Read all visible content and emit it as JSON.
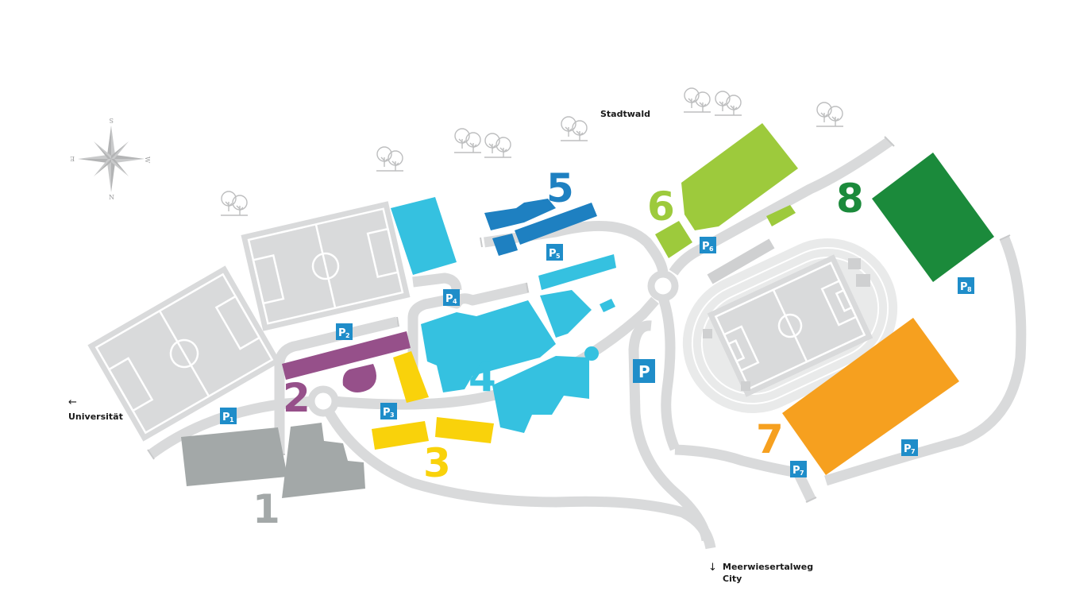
{
  "map": {
    "labels": {
      "forest": "Stadtwald",
      "west_exit": "Universität",
      "south_exit_line1": "Meerwiesertalweg",
      "south_exit_line2": "City"
    },
    "arrows": {
      "west": "←",
      "south": "↓"
    },
    "compass": {
      "north": "N",
      "south": "S",
      "east": "E",
      "west": "W"
    },
    "zones": [
      {
        "number": "1",
        "color": "#a3a8a8"
      },
      {
        "number": "2",
        "color": "#96508a"
      },
      {
        "number": "3",
        "color": "#f9d20b"
      },
      {
        "number": "4",
        "color": "#35c1e0"
      },
      {
        "number": "5",
        "color": "#1e80c1"
      },
      {
        "number": "6",
        "color": "#9dca3c"
      },
      {
        "number": "7",
        "color": "#f6a01f"
      },
      {
        "number": "8",
        "color": "#1b8a3b"
      }
    ],
    "parking": [
      {
        "letter": "P",
        "sub": "1"
      },
      {
        "letter": "P",
        "sub": "2"
      },
      {
        "letter": "P",
        "sub": "3"
      },
      {
        "letter": "P",
        "sub": "4"
      },
      {
        "letter": "P",
        "sub": "5"
      },
      {
        "letter": "P",
        "sub": "6"
      },
      {
        "letter": "P",
        "sub": "7"
      },
      {
        "letter": "P",
        "sub": "7"
      },
      {
        "letter": "P",
        "sub": "8"
      },
      {
        "letter": "P",
        "sub": ""
      }
    ],
    "colors": {
      "road": "#d9dadb",
      "parking": "#1f8dc9",
      "field": "#d9dadb"
    }
  }
}
